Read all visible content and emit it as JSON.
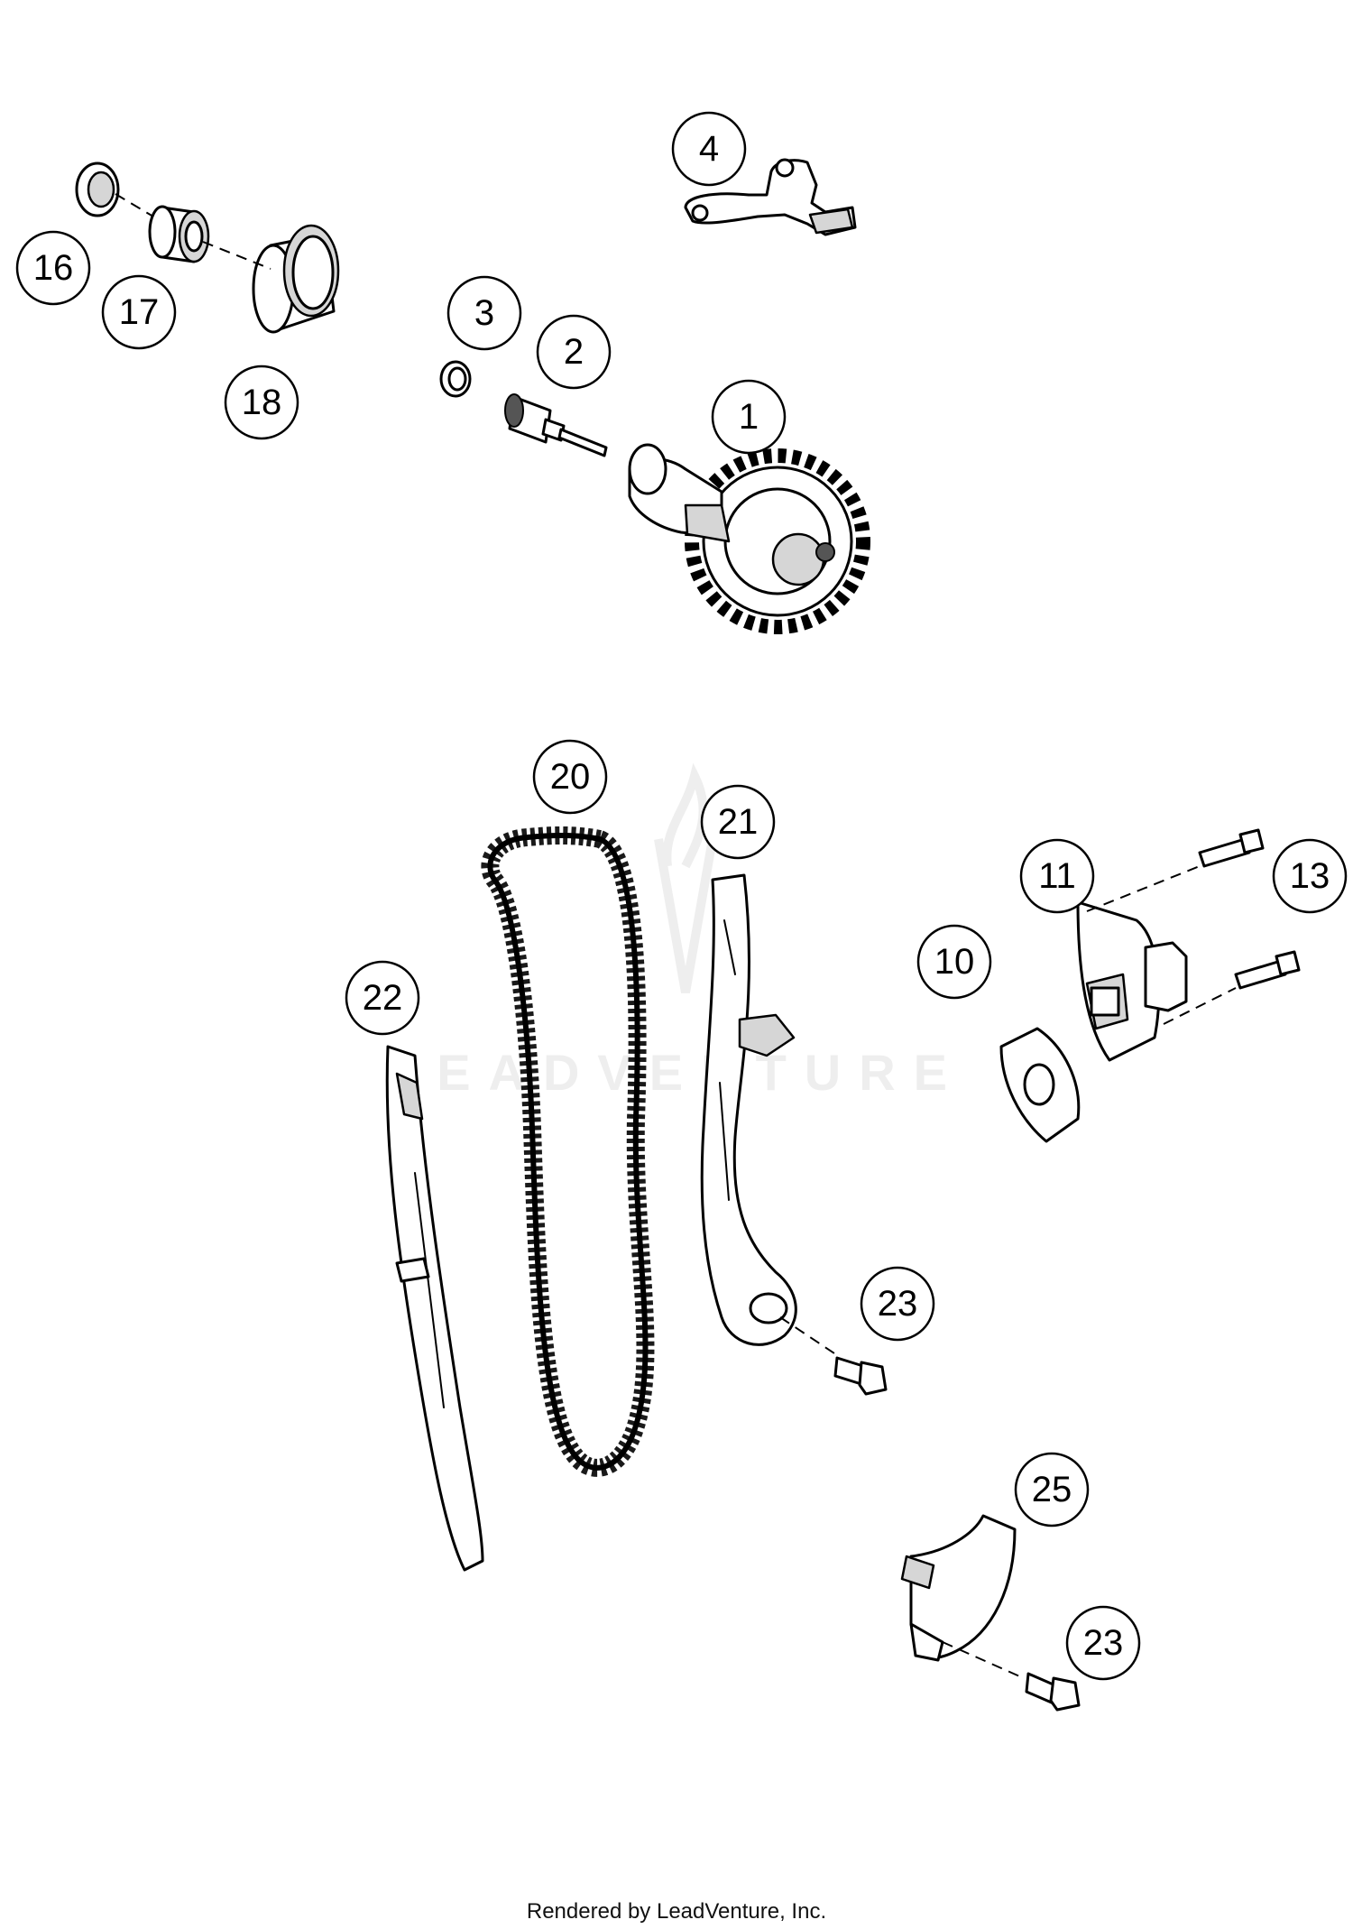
{
  "watermark": {
    "text": "LEADVENTURE"
  },
  "footer": {
    "credit": "Rendered by LeadVenture, Inc."
  },
  "callouts": [
    {
      "id": "c1",
      "label": "1"
    },
    {
      "id": "c2",
      "label": "2"
    },
    {
      "id": "c3",
      "label": "3"
    },
    {
      "id": "c4",
      "label": "4"
    },
    {
      "id": "c10",
      "label": "10"
    },
    {
      "id": "c11",
      "label": "11"
    },
    {
      "id": "c13",
      "label": "13"
    },
    {
      "id": "c16",
      "label": "16"
    },
    {
      "id": "c17",
      "label": "17"
    },
    {
      "id": "c18",
      "label": "18"
    },
    {
      "id": "c20",
      "label": "20"
    },
    {
      "id": "c21",
      "label": "21"
    },
    {
      "id": "c22",
      "label": "22"
    },
    {
      "id": "c23a",
      "label": "23"
    },
    {
      "id": "c23b",
      "label": "23"
    },
    {
      "id": "c25",
      "label": "25"
    }
  ]
}
